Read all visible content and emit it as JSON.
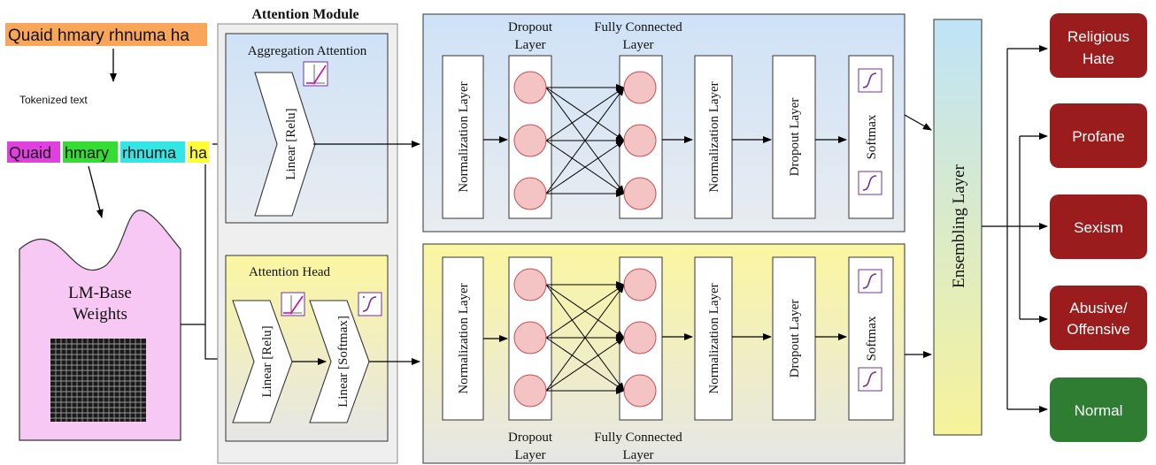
{
  "input": {
    "sentence": "Quaid hmary rhnuma ha",
    "tokenized_label": "Tokenized text",
    "tokens": [
      {
        "text": "Quaid",
        "color": "#e040e0"
      },
      {
        "text": "hmary",
        "color": "#33dd33"
      },
      {
        "text": "rhnuma",
        "color": "#33e6e6"
      },
      {
        "text": "ha",
        "color": "#ffff33"
      }
    ]
  },
  "lm_base": {
    "label_line1": "LM-Base",
    "label_line2": "Weights"
  },
  "attention_module": {
    "title": "Attention Module",
    "aggregation": {
      "title": "Aggregation Attention",
      "linear": "Linear [Relu]"
    },
    "head": {
      "title": "Attention Head",
      "linear_relu": "Linear [Relu]",
      "linear_softmax": "Linear [Softmax]"
    }
  },
  "branch_top": {
    "norm1": "Normalization Layer",
    "dropout_title_1": "Dropout",
    "dropout_title_2": "Layer",
    "fc_title_1": "Fully Connected",
    "fc_title_2": "Layer",
    "norm2": "Normalization Layer",
    "dropout2": "Dropout Layer",
    "softmax": "Softmax"
  },
  "branch_bottom": {
    "norm1": "Normalization Layer",
    "dropout_title_1": "Dropout",
    "dropout_title_2": "Layer",
    "fc_title_1": "Fully Connected",
    "fc_title_2": "Layer",
    "norm2": "Normalization Layer",
    "dropout2": "Dropout Layer",
    "softmax": "Softmax"
  },
  "ensembling": {
    "label": "Ensembling  Layer"
  },
  "outputs": [
    {
      "line1": "Religious",
      "line2": "Hate",
      "color": "#9b1c1c"
    },
    {
      "line1": "Profane",
      "line2": "",
      "color": "#9b1c1c"
    },
    {
      "line1": "Sexism",
      "line2": "",
      "color": "#9b1c1c"
    },
    {
      "line1": "Abusive/",
      "line2": "Offensive",
      "color": "#9b1c1c"
    },
    {
      "line1": "Normal",
      "line2": "",
      "color": "#2e7d32"
    }
  ],
  "colors": {
    "sentence_bg": "#f9a65a",
    "lm_fill": "#f8c8f4",
    "module_fill": "#efefef",
    "neuron_fill": "#f4c4c4",
    "neuron_stroke": "#c05050",
    "icon_stroke": "#7030a0"
  }
}
